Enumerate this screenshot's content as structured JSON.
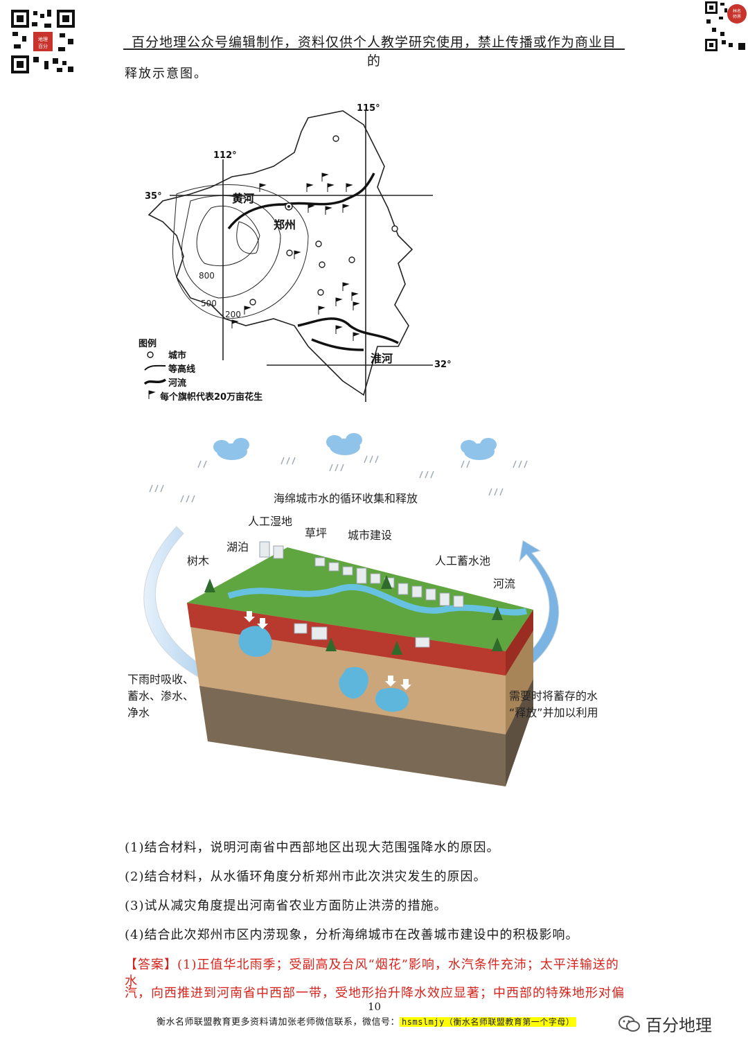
{
  "header": {
    "title": "百分地理公众号编辑制作，资料仅供个人教学研究使用，禁止传播或作为商业目的"
  },
  "continuation": "释放示意图。",
  "map": {
    "lon_115": "115°",
    "lon_112": "112°",
    "lat_35": "35°",
    "lat_32": "32°",
    "yellow_river": "黄河",
    "zhengzhou": "郑州",
    "huai_river": "淮河",
    "contour_800": "800",
    "contour_500": "500",
    "contour_200": "200",
    "legend_title": "图例",
    "legend_city": "城市",
    "legend_contour": "等高线",
    "legend_river": "河流",
    "legend_flag": "每个旗帜代表20万亩花生"
  },
  "sponge": {
    "title": "海绵城市水的循环收集和释放",
    "wetland": "人工湿地",
    "lawn": "草坪",
    "urban": "城市建设",
    "lake": "湖泊",
    "tree": "树木",
    "reservoir": "人工蓄水池",
    "river": "河流",
    "left_1": "下雨时吸收、",
    "left_2": "蓄水、渗水、",
    "left_3": "净水",
    "right_1": "需要时将蓄存的水",
    "right_2": "“释放”并加以利用"
  },
  "questions": [
    "(1)结合材料，说明河南省中西部地区出现大范围强降水的原因。",
    "(2)结合材料，从水循环角度分析郑州市此次洪灾发生的原因。",
    "(3)试从减灾角度提出河南省农业方面防止洪涝的措施。",
    "(4)结合此次郑州市区内涝现象，分析海绵城市在改善城市建设中的积极影响。"
  ],
  "answer": {
    "line1": "【答案】(1)正值华北雨季；受副高及台风“烟花”影响，水汽条件充沛；太平洋输送的水",
    "line2": "汽，向西推进到河南省中西部一带，受地形抬升降水效应显著；中西部的特殊地形对偏"
  },
  "footer": {
    "page_number": "10",
    "text": "衡水名师联盟教育更多资料请加张老师微信联系，微信号：",
    "wechat": "hsmslmjy（衡水名师联盟教育第一个字母）",
    "brand": "百分地理"
  },
  "colors": {
    "answer_red": "#d8231c",
    "highlight": "#ffff00",
    "qr_stamp": "#c8332b"
  }
}
